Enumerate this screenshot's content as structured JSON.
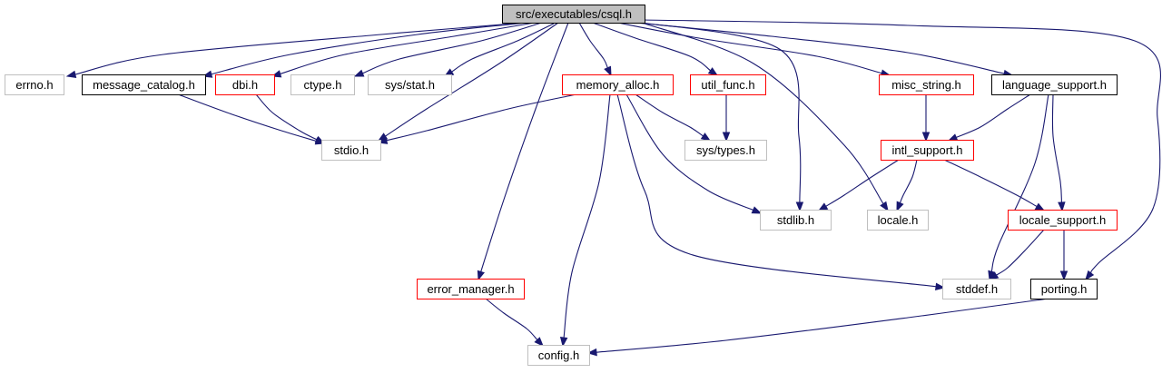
{
  "diagram": {
    "root_label": "src/executables/csql.h",
    "colors": {
      "root_fill": "#bfbfbf",
      "documented_border": "#000000",
      "error_border": "#ff0000",
      "undocumented_border": "#bfbfbf",
      "edge": "#191970",
      "background": "#ffffff"
    },
    "nodes": [
      {
        "id": "csql",
        "label": "src/executables/csql.h",
        "style": "root"
      },
      {
        "id": "errno",
        "label": "errno.h",
        "style": "undocumented"
      },
      {
        "id": "message_catalog",
        "label": "message_catalog.h",
        "style": "documented"
      },
      {
        "id": "dbi",
        "label": "dbi.h",
        "style": "error"
      },
      {
        "id": "ctype",
        "label": "ctype.h",
        "style": "undocumented"
      },
      {
        "id": "sys_stat",
        "label": "sys/stat.h",
        "style": "undocumented"
      },
      {
        "id": "memory_alloc",
        "label": "memory_alloc.h",
        "style": "error"
      },
      {
        "id": "util_func",
        "label": "util_func.h",
        "style": "error"
      },
      {
        "id": "misc_string",
        "label": "misc_string.h",
        "style": "error"
      },
      {
        "id": "language_support",
        "label": "language_support.h",
        "style": "documented"
      },
      {
        "id": "stdio",
        "label": "stdio.h",
        "style": "undocumented"
      },
      {
        "id": "sys_types",
        "label": "sys/types.h",
        "style": "undocumented"
      },
      {
        "id": "intl_support",
        "label": "intl_support.h",
        "style": "error"
      },
      {
        "id": "stdlib",
        "label": "stdlib.h",
        "style": "undocumented"
      },
      {
        "id": "locale",
        "label": "locale.h",
        "style": "undocumented"
      },
      {
        "id": "locale_support",
        "label": "locale_support.h",
        "style": "error"
      },
      {
        "id": "error_manager",
        "label": "error_manager.h",
        "style": "error"
      },
      {
        "id": "stddef",
        "label": "stddef.h",
        "style": "undocumented"
      },
      {
        "id": "porting",
        "label": "porting.h",
        "style": "documented"
      },
      {
        "id": "config",
        "label": "config.h",
        "style": "undocumented"
      }
    ],
    "edges": [
      {
        "from": "csql",
        "to": "errno"
      },
      {
        "from": "csql",
        "to": "message_catalog"
      },
      {
        "from": "csql",
        "to": "dbi"
      },
      {
        "from": "csql",
        "to": "ctype"
      },
      {
        "from": "csql",
        "to": "sys_stat"
      },
      {
        "from": "csql",
        "to": "stdio"
      },
      {
        "from": "csql",
        "to": "memory_alloc"
      },
      {
        "from": "csql",
        "to": "util_func"
      },
      {
        "from": "csql",
        "to": "misc_string"
      },
      {
        "from": "csql",
        "to": "language_support"
      },
      {
        "from": "csql",
        "to": "error_manager"
      },
      {
        "from": "csql",
        "to": "stdlib"
      },
      {
        "from": "csql",
        "to": "locale"
      },
      {
        "from": "csql",
        "to": "porting"
      },
      {
        "from": "message_catalog",
        "to": "stdio"
      },
      {
        "from": "dbi",
        "to": "stdio"
      },
      {
        "from": "memory_alloc",
        "to": "stdio"
      },
      {
        "from": "memory_alloc",
        "to": "sys_types"
      },
      {
        "from": "memory_alloc",
        "to": "stdlib"
      },
      {
        "from": "memory_alloc",
        "to": "stddef"
      },
      {
        "from": "memory_alloc",
        "to": "config"
      },
      {
        "from": "util_func",
        "to": "sys_types"
      },
      {
        "from": "misc_string",
        "to": "intl_support"
      },
      {
        "from": "language_support",
        "to": "intl_support"
      },
      {
        "from": "language_support",
        "to": "locale_support"
      },
      {
        "from": "language_support",
        "to": "stddef"
      },
      {
        "from": "intl_support",
        "to": "stdlib"
      },
      {
        "from": "intl_support",
        "to": "locale"
      },
      {
        "from": "intl_support",
        "to": "locale_support"
      },
      {
        "from": "locale_support",
        "to": "stddef"
      },
      {
        "from": "locale_support",
        "to": "porting"
      },
      {
        "from": "error_manager",
        "to": "config"
      },
      {
        "from": "porting",
        "to": "config"
      }
    ]
  }
}
